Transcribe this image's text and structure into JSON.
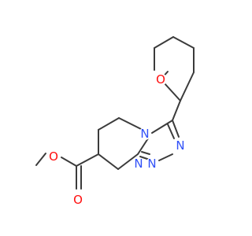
{
  "molecule": {
    "colors": {
      "bond": "#3b3b3b",
      "oxygen": "#ff0d0d",
      "nitrogen": "#3050f8"
    },
    "atom_labels": {
      "ring_oxygen": "O",
      "ester_oxygen": "O",
      "carbonyl_oxygen": "O",
      "bridgehead_nitrogen": "N",
      "triazole_nitrogen_upper": "N",
      "triazole_nitrogen_lower_right": "N",
      "triazole_nitrogen_lower_left": "N"
    }
  }
}
